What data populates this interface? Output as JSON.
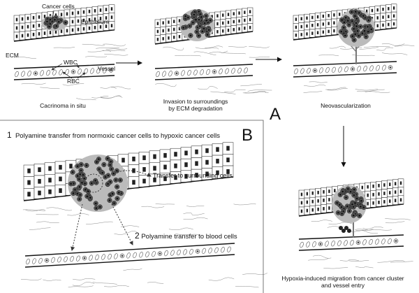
{
  "panel_a": {
    "letter": "A",
    "stage1": {
      "labels": {
        "cancer_cells": "Cancer cells",
        "epithelium": "Epithelium",
        "ecm": "ECM",
        "wbc": "WBC",
        "vessel": "Vessel",
        "rbc": "RBC"
      },
      "caption": "Cacrinoma in situ"
    },
    "stage2": {
      "caption_line1": "Invasion to surroundings",
      "caption_line2": "by ECM degradation"
    },
    "stage3": {
      "caption": "Neovascularization"
    },
    "stage4": {
      "caption_line1": "Hypoxia-induced migration from cancer cluster",
      "caption_line2": "and vessel entry"
    }
  },
  "panel_b": {
    "letter": "B",
    "step1_number": "1",
    "step1_text": "Polyamine transfer from normoxic cancer cells to hypoxic cancer cells",
    "transfer_label": "Transfer to surrounding cells",
    "step2_number": "2",
    "step2_text": "Polyamine transfer to blood cells"
  }
}
